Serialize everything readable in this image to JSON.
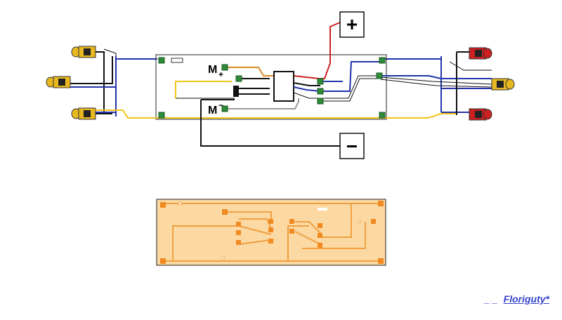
{
  "terminals": {
    "plus": "+",
    "minus": "−"
  },
  "motor_labels": {
    "m_plus": "M",
    "m_plus_sign": "+",
    "m_minus": "M",
    "m_minus_sign": "−"
  },
  "credit": {
    "dashes": "_ _",
    "author": "Floriguty*"
  },
  "colors": {
    "blue_wire": "#2233aa",
    "yellow_wire": "#f2c418",
    "red_wire": "#cc2222",
    "black_wire": "#111111",
    "gray_wire": "#999999",
    "orange_wire": "#d98a2b",
    "pad_green": "#2e8b3a",
    "pcb_fill": "#fcd9a3",
    "pcb_trace": "#f0a040",
    "lamp_yellow": "#e8b820",
    "lamp_red": "#cc2020"
  }
}
